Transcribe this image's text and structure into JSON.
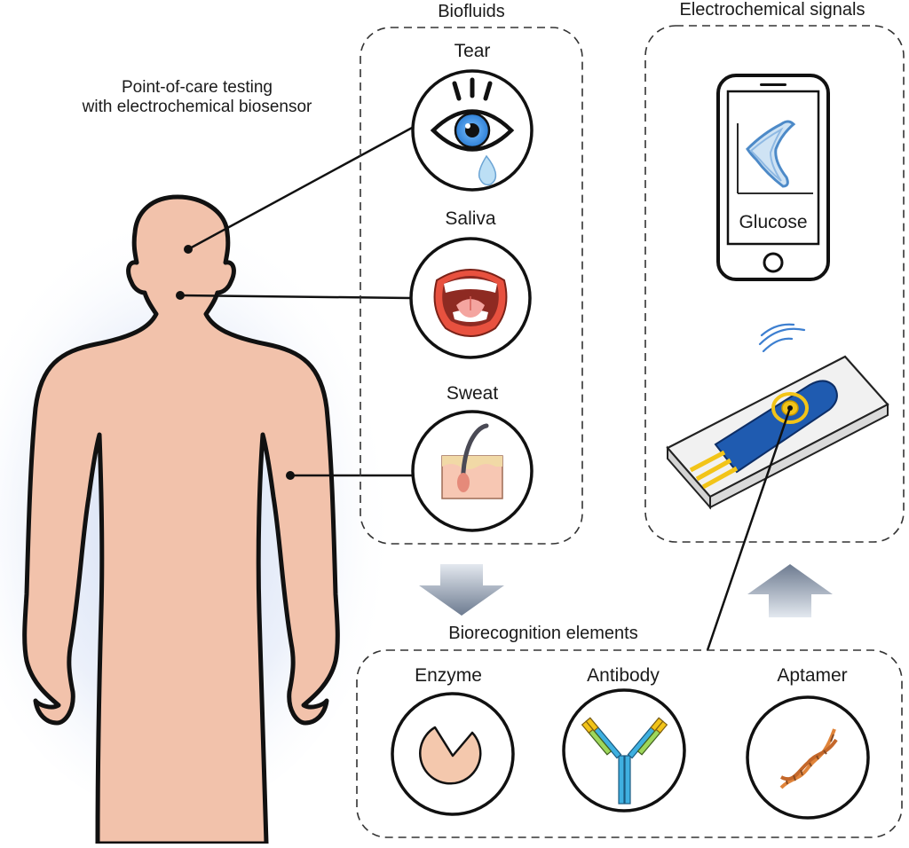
{
  "intro": {
    "line1": "Point-of-care testing",
    "line2": "with electrochemical biosensor"
  },
  "biofluids": {
    "title": "Biofluids",
    "items": [
      "Tear",
      "Saliva",
      "Sweat"
    ]
  },
  "signals": {
    "title": "Electrochemical signals",
    "phone_label": "Glucose"
  },
  "biorecognition": {
    "title": "Biorecognition elements",
    "items": [
      "Enzyme",
      "Antibody",
      "Aptamer"
    ]
  },
  "colors": {
    "skin": "#f2c2ab",
    "outline": "#111111",
    "iris": "#3d8fe0",
    "sensor_blue": "#1f5bb0",
    "electrode_yellow": "#f2c418",
    "arrow_gray": "#7f8c9e"
  }
}
